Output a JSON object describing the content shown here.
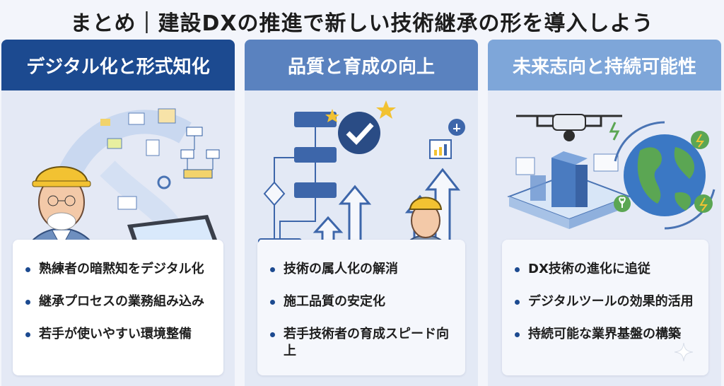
{
  "title": "まとめ｜建設DXの推進で新しい技術継承の形を導入しよう",
  "colors": {
    "col1_head": "#1c4a90",
    "col2_head": "#5a82bf",
    "col3_head": "#7ea6d9",
    "accent": "#1c4a90"
  },
  "columns": [
    {
      "heading": "デジタル化と形式知化",
      "illustration": "veteran-worker-to-tablet-icon",
      "bullets": [
        "熟練者の暗黙知をデジタル化",
        "継承プロセスの業務組み込み",
        "若手が使いやすい環境整備"
      ]
    },
    {
      "heading": "品質と育成の向上",
      "illustration": "flowchart-growth-arrows-icon",
      "bullets": [
        "技術の属人化の解消",
        "施工品質の安定化",
        "若手技術者の育成スピード向上"
      ]
    },
    {
      "heading": "未来志向と持続可能性",
      "illustration": "drone-city-earth-icon",
      "bullets": [
        "DX技術の進化に追従",
        "デジタルツールの効果的活用",
        "持続可能な業界基盤の構築"
      ]
    }
  ]
}
